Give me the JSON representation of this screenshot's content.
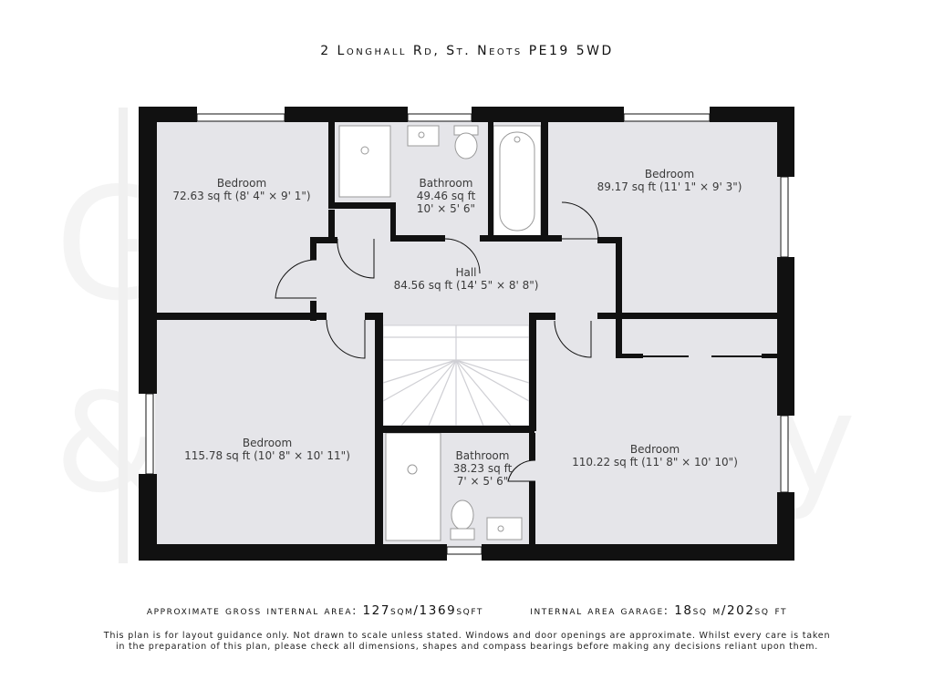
{
  "title": "2 Longhall Rd, St. Neots PE19 5WD",
  "watermark": {
    "line1": "GIGGS",
    "line2": "& Company"
  },
  "rooms": {
    "bedroom_top_left": {
      "name": "Bedroom",
      "area": "72.63 sq ft (8' 4\" × 9' 1\")"
    },
    "bathroom_top": {
      "name": "Bathroom",
      "area": "49.46 sq ft",
      "dims": "10' × 5' 6\""
    },
    "bedroom_top_right": {
      "name": "Bedroom",
      "area": "89.17 sq ft (11' 1\" × 9' 3\")"
    },
    "hall": {
      "name": "Hall",
      "area": "84.56 sq ft (14' 5\" × 8' 8\")"
    },
    "bedroom_bottom_left": {
      "name": "Bedroom",
      "area": "115.78 sq ft (10' 8\" × 10' 11\")"
    },
    "bathroom_bottom": {
      "name": "Bathroom",
      "area": "38.23 sq ft",
      "dims": "7' × 5' 6\""
    },
    "bedroom_bottom_right": {
      "name": "Bedroom",
      "area": "110.22 sq ft (11' 8\" × 10' 10\")"
    }
  },
  "areas": {
    "gross_label": "approximate gross internal area:",
    "gross_value": "127sqm/1369sqft",
    "garage_label": "internal area garage:",
    "garage_value": "18sq m/202sq ft"
  },
  "disclaimer": {
    "line1": "This plan is for layout guidance only. Not drawn to scale unless stated. Windows and door openings are approximate. Whilst every care is taken",
    "line2": "in the preparation of this plan, please check all dimensions, shapes and compass bearings before making any decisions reliant upon them."
  },
  "colors": {
    "wall": "#111111",
    "floor": "#e5e5e9",
    "fixture": "#ffffff"
  }
}
